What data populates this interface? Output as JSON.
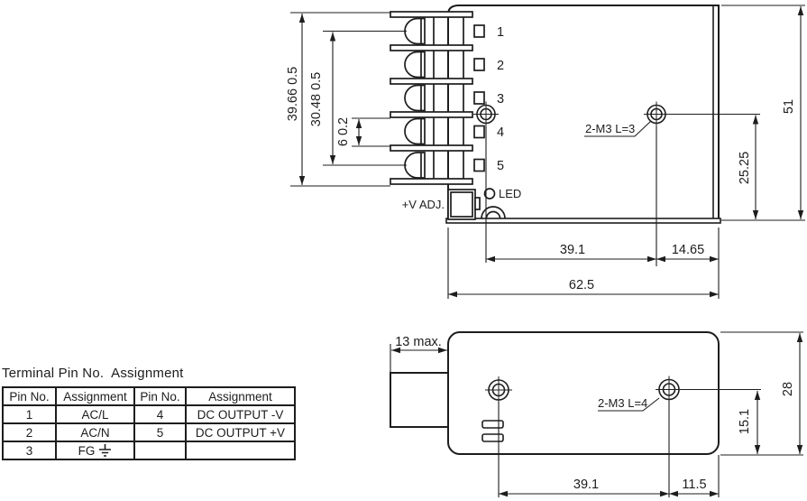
{
  "colors": {
    "ink": "#1d1d1d",
    "background": "#ffffff"
  },
  "top_view": {
    "pin_labels": [
      "1",
      "2",
      "3",
      "4",
      "5"
    ],
    "vadj_label": "+V ADJ.",
    "led_label": "LED",
    "dim_terminal_height": "39.66 0.5",
    "dim_pin_span": "30.48 0.5",
    "dim_pin_gap": "6 0.2",
    "dim_case_height": "51",
    "dim_hole_offset_y": "25.25",
    "dim_hole_span": "39.1",
    "dim_hole_to_edge": "14.65",
    "dim_case_width": "62.5",
    "screw_note": "2-M3 L=3"
  },
  "side_view": {
    "dim_terminal_depth": "13 max.",
    "screw_note": "2-M3 L=4",
    "dim_case_height": "28",
    "dim_hole_offset_y": "15.1",
    "dim_hole_span": "39.1",
    "dim_hole_to_edge": "11.5"
  },
  "pin_table": {
    "title": "Terminal Pin No.  Assignment",
    "headers": [
      "Pin No.",
      "Assignment",
      "Pin No.",
      "Assignment"
    ],
    "rows": [
      [
        "1",
        "AC/L",
        "4",
        "DC OUTPUT -V"
      ],
      [
        "2",
        "AC/N",
        "5",
        "DC OUTPUT +V"
      ],
      [
        "3",
        "FG",
        "",
        ""
      ]
    ],
    "ground_symbol": "earth-ground"
  }
}
